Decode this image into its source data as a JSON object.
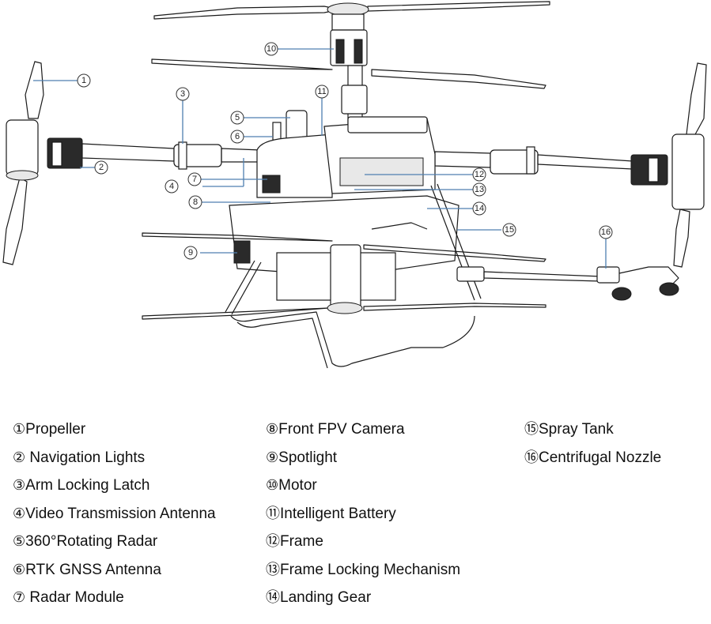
{
  "figure": {
    "subject": "Agricultural spraying drone components diagram",
    "callouts": [
      "1",
      "2",
      "3",
      "4",
      "5",
      "6",
      "7",
      "8",
      "9",
      "10",
      "11",
      "12",
      "13",
      "14",
      "15",
      "16"
    ],
    "leader_color": "#4f7fb0"
  },
  "legend": {
    "columns": [
      [
        {
          "num": "①",
          "label": "Propeller"
        },
        {
          "num": "②",
          "label": " Navigation Lights"
        },
        {
          "num": "③",
          "label": "Arm Locking Latch"
        },
        {
          "num": "④",
          "label": "Video Transmission Antenna"
        },
        {
          "num": "⑤",
          "label": "360°Rotating Radar"
        },
        {
          "num": "⑥",
          "label": "RTK GNSS Antenna"
        },
        {
          "num": "⑦",
          "label": " Radar Module"
        }
      ],
      [
        {
          "num": "⑧",
          "label": "Front FPV Camera"
        },
        {
          "num": "⑨",
          "label": "Spotlight"
        },
        {
          "num": "⑩",
          "label": "Motor"
        },
        {
          "num": "⑪",
          "label": "Intelligent Battery"
        },
        {
          "num": "⑫",
          "label": "Frame"
        },
        {
          "num": "⑬",
          "label": "Frame Locking Mechanism"
        },
        {
          "num": "⑭",
          "label": "Landing Gear"
        }
      ],
      [
        {
          "num": "⑮",
          "label": "Spray Tank"
        },
        {
          "num": "⑯",
          "label": "Centrifugal Nozzle"
        }
      ]
    ]
  }
}
